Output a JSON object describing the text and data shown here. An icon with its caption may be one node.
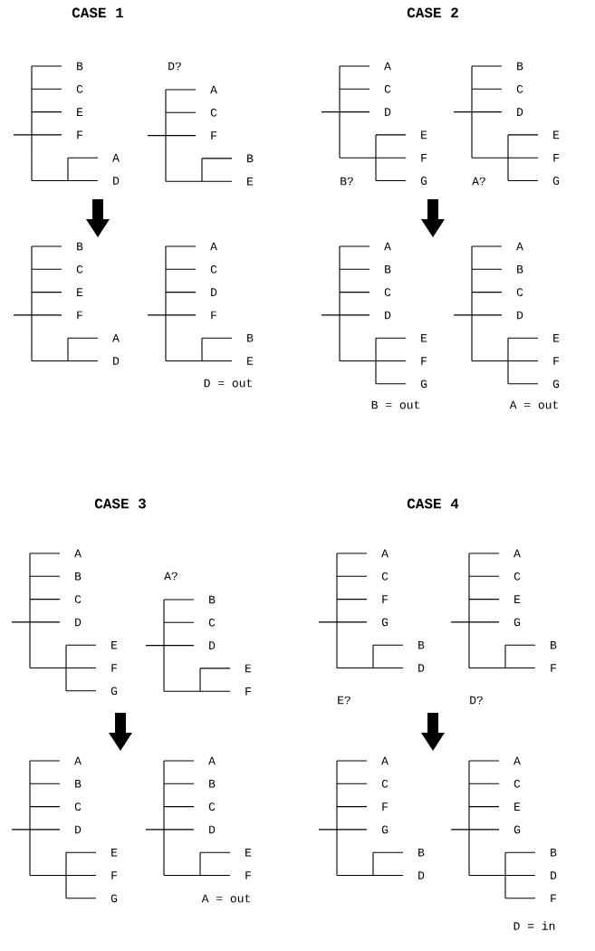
{
  "diagram": {
    "labels": [
      "CASE 1",
      "B",
      "C",
      "E",
      "F",
      "A",
      "D",
      "D?",
      "A",
      "C",
      "F",
      "B",
      "E",
      "B",
      "C",
      "E",
      "F",
      "A",
      "D",
      "A",
      "C",
      "D",
      "F",
      "B",
      "E",
      "D = out",
      "CASE 2",
      "A",
      "C",
      "D",
      "E",
      "F",
      "G",
      "B?",
      "B",
      "C",
      "D",
      "E",
      "F",
      "G",
      "A?",
      "A",
      "B",
      "C",
      "D",
      "E",
      "F",
      "G",
      "A",
      "B",
      "C",
      "D",
      "E",
      "F",
      "G",
      "B = out",
      "A = out",
      "CASE 3",
      "A",
      "B",
      "C",
      "D",
      "E",
      "F",
      "G",
      "A?",
      "B",
      "C",
      "D",
      "E",
      "F",
      "A",
      "B",
      "C",
      "D",
      "E",
      "F",
      "G",
      "A",
      "B",
      "C",
      "D",
      "E",
      "F",
      "A = out",
      "CASE 4",
      "A",
      "C",
      "F",
      "G",
      "B",
      "D",
      "E?",
      "A",
      "C",
      "E",
      "G",
      "B",
      "F",
      "D?",
      "A",
      "C",
      "F",
      "G",
      "B",
      "D",
      "A",
      "C",
      "E",
      "G",
      "B",
      "D",
      "F",
      "D = in"
    ]
  }
}
